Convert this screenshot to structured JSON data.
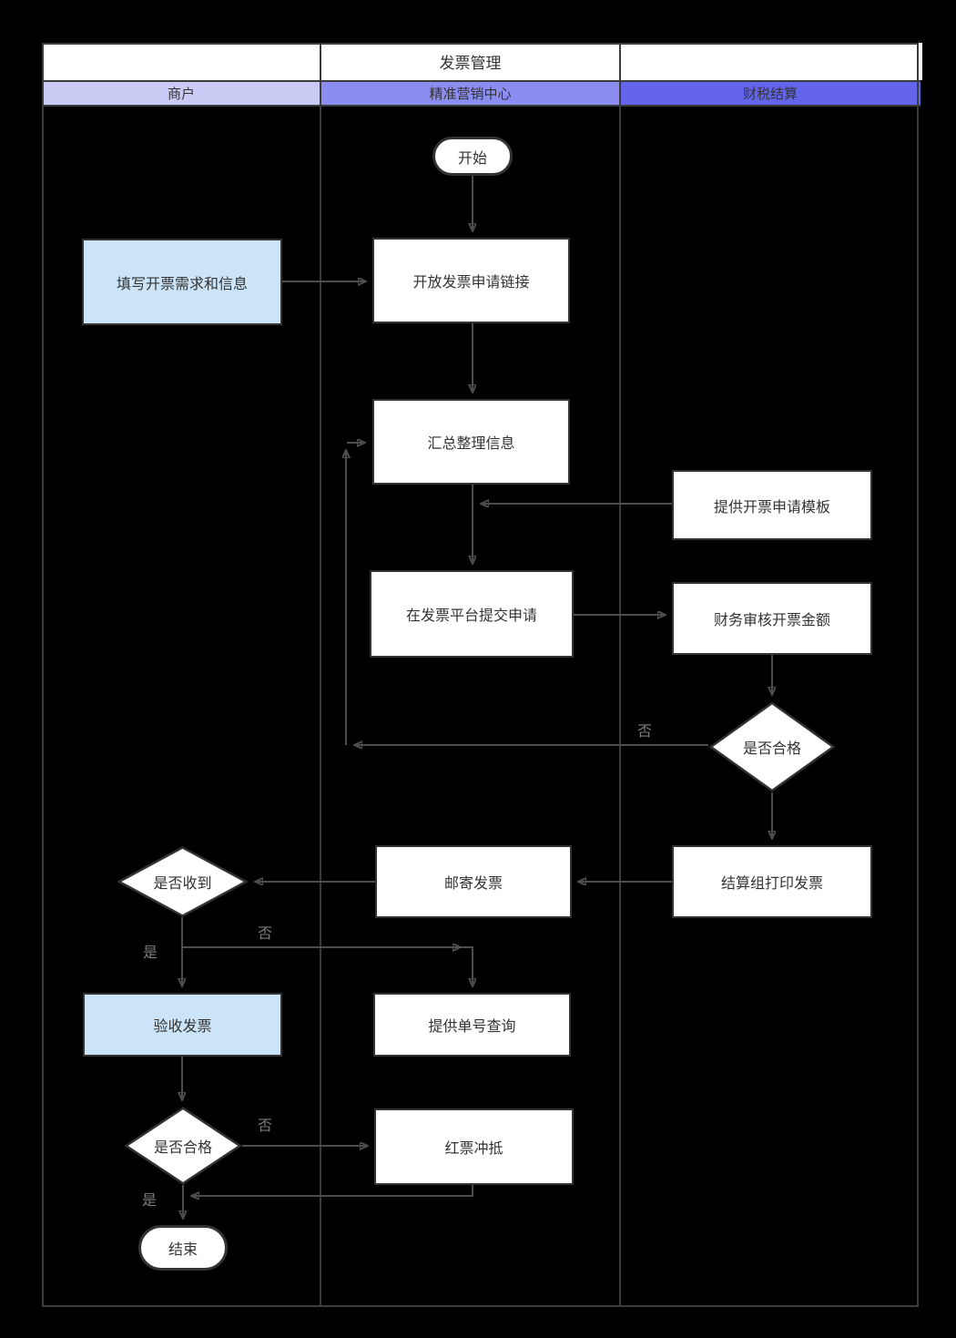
{
  "title": "发票管理",
  "lanes": [
    {
      "label": "商户",
      "color": "#cacbf5"
    },
    {
      "label": "精准营销中心",
      "color": "#8c8df0"
    },
    {
      "label": "财税结算",
      "color": "#6366ec"
    }
  ],
  "nodes": {
    "start": "开始",
    "fill_info": "填写开票需求和信息",
    "open_link": "开放发票申请链接",
    "summarize": "汇总整理信息",
    "template": "提供开票申请模板",
    "submit": "在发票平台提交申请",
    "audit": "财务审核开票金额",
    "qualified1": "是否合格",
    "print": "结算组打印发票",
    "mail": "邮寄发票",
    "received": "是否收到",
    "accept": "验收发票",
    "query": "提供单号查询",
    "qualified2": "是否合格",
    "red_offset": "红票冲抵",
    "end": "结束"
  },
  "edge_labels": {
    "yes": "是",
    "no": "否"
  },
  "colors": {
    "background": "#000000",
    "lane1_header": "#cacbf5",
    "lane2_header": "#8c8df0",
    "lane3_header": "#6366ec",
    "node_fill": "#ffffff",
    "merchant_node_fill": "#cce4f7",
    "node_border": "#333333",
    "connector": "#4d4d4d",
    "grid_line": "#3c3c3c",
    "edge_label_text": "#7d7d7d"
  }
}
